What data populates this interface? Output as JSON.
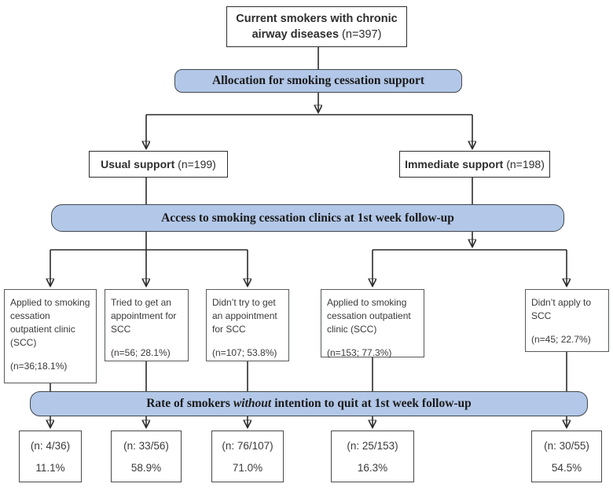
{
  "root_box": {
    "label_bold": "Current smokers with chronic airway diseases",
    "label_normal": "(n=397)"
  },
  "banner_allocation": {
    "label": "Allocation for smoking cessation support"
  },
  "arm_boxes": [
    {
      "label_bold": "Usual support",
      "label_normal": "(n=199)"
    },
    {
      "label_bold": "Immediate support",
      "label_normal": "(n=198)"
    }
  ],
  "banner_access": {
    "label": "Access to smoking cessation clinics at 1st week follow-up"
  },
  "access_boxes": [
    {
      "label": "Applied to smoking cessation outpatient clinic (SCC)",
      "stat": "(n=36;18.1%)"
    },
    {
      "label": "Tried to get an appointment for SCC",
      "stat": "(n=56; 28.1%)"
    },
    {
      "label": "Didn’t try to get an appointment for SCC",
      "stat": "(n=107; 53.8%)"
    },
    {
      "label": "Applied to smoking cessation outpatient clinic (SCC)",
      "stat": "(n=153; 77.3%)"
    },
    {
      "label": "Didn’t apply to SCC",
      "stat": "(n=45; 22.7%)"
    }
  ],
  "banner_rate": {
    "prefix": "Rate of smokers",
    "emphasis": "without",
    "suffix": "intention to quit at 1st week follow-up"
  },
  "rate_boxes": [
    {
      "n": "(n: 4/36)",
      "pct": "11.1%"
    },
    {
      "n": "(n: 33/56)",
      "pct": "58.9%"
    },
    {
      "n": "(n: 76/107)",
      "pct": "71.0%"
    },
    {
      "n": "(n: 25/153)",
      "pct": "16.3%"
    },
    {
      "n": "(n: 30/55)",
      "pct": "54.5%"
    }
  ],
  "colors": {
    "banner_fill": "#b3c8e8",
    "banner_border": "#41464b",
    "line_color": "#2b2b2b",
    "box_border": "#57595b"
  }
}
